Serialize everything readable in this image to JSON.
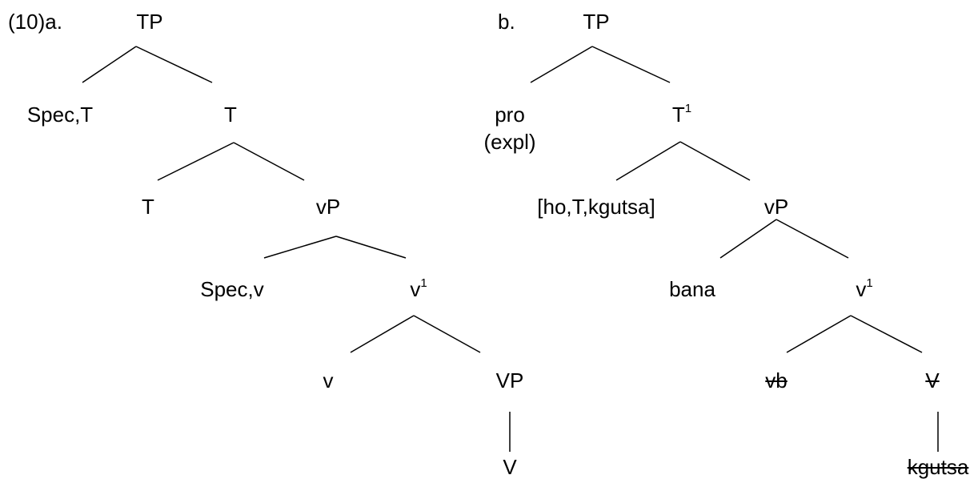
{
  "tree_a": {
    "example_label": "(10)a.",
    "tp": "TP",
    "spec_t": "Spec,T",
    "t_bar": "T",
    "t_head": "T",
    "vp_little": "vP",
    "spec_v": "Spec,v",
    "v_bar": "v",
    "v_bar_sup": "1",
    "v_head": "v",
    "vp_big": "VP",
    "v_big": "V"
  },
  "tree_b": {
    "example_label": "b.",
    "tp": "TP",
    "pro": "pro",
    "expl": "(expl)",
    "t_bar": "T",
    "t_bar_sup": "1",
    "t_complex": "[ho,T,kgutsa]",
    "vp_little": "vP",
    "bana": "bana",
    "v_bar": "v",
    "v_bar_sup": "1",
    "vb_struck": "vb",
    "v_struck": "V",
    "kgutsa_struck": "kgutsa"
  }
}
